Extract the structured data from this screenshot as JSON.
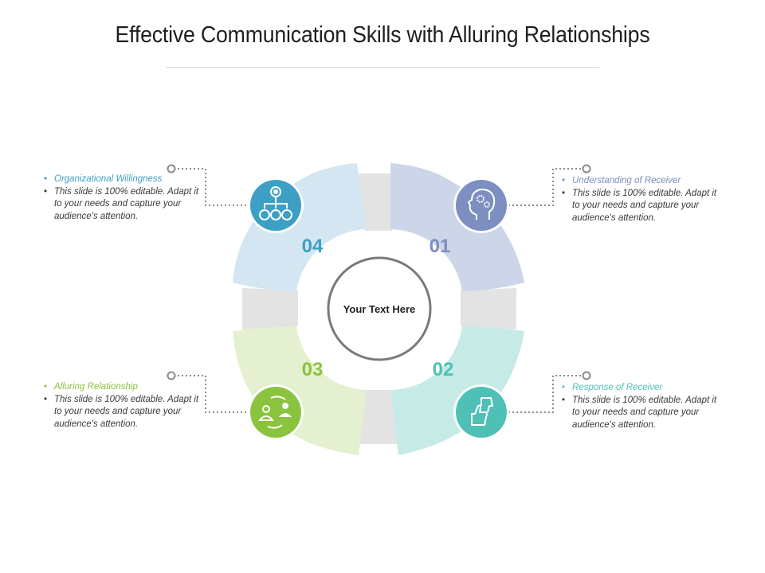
{
  "title": "Effective Communication Skills with Alluring Relationships",
  "center": {
    "text": "Your Text Here"
  },
  "segments": [
    {
      "number": "01",
      "heading": "Understanding of Receiver",
      "body": "This slide is 100% editable. Adapt it to your needs and capture your audience's attention.",
      "icon": "head-gears-icon",
      "color": "#7d8ec0",
      "fill": "#cdd6e8"
    },
    {
      "number": "02",
      "heading": "Response of Receiver",
      "body": "This slide is 100% editable. Adapt it to your needs and capture your audience's attention.",
      "icon": "thumbs-up-down-icon",
      "color": "#4fc0b6",
      "fill": "#c6ebe6"
    },
    {
      "number": "03",
      "heading": "Alluring Relationship",
      "body": "This slide is 100% editable. Adapt it to your needs and capture your audience's attention.",
      "icon": "people-exchange-icon",
      "color": "#8ac43f",
      "fill": "#e4f0cf"
    },
    {
      "number": "04",
      "heading": "Organizational Willingness",
      "body": "This slide is 100% editable. Adapt it to your needs and capture your audience's attention.",
      "icon": "org-hierarchy-icon",
      "color": "#3d9fc3",
      "fill": "#d3e6f1"
    }
  ]
}
